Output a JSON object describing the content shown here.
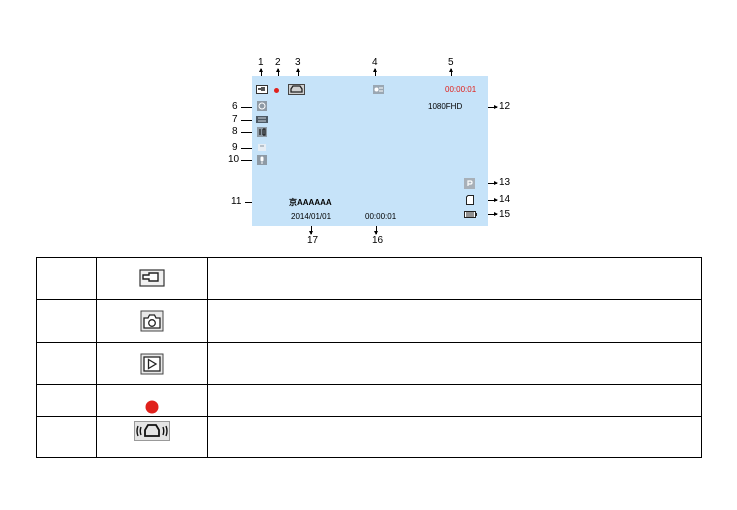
{
  "screen": {
    "rec_time": "00:00:01",
    "resolution": "1080FHD",
    "plate": "京AAAAAA",
    "date": "2014/01/01",
    "clock": "00:00:01",
    "colors": {
      "background": "#c6e3f9",
      "rec_time": "#e0211c",
      "rec_dot": "#e0211c"
    }
  },
  "callouts": {
    "n1": "1",
    "n2": "2",
    "n3": "3",
    "n4": "4",
    "n5": "5",
    "n6": "6",
    "n7": "7",
    "n8": "8",
    "n9": "9",
    "n10": "10",
    "n11": "11",
    "n12": "12",
    "n13": "13",
    "n14": "14",
    "n15": "15",
    "n16": "16",
    "n17": "17"
  },
  "table": {
    "rows": [
      {
        "number": "",
        "icon": "video-camera-icon",
        "description": ""
      },
      {
        "number": "",
        "icon": "photo-camera-icon",
        "description": ""
      },
      {
        "number": "",
        "icon": "playback-icon",
        "description": ""
      },
      {
        "number": "",
        "icon": "record-dot-icon",
        "description": ""
      },
      {
        "number": "",
        "icon": "gsensor-car-icon",
        "description": ""
      }
    ]
  }
}
